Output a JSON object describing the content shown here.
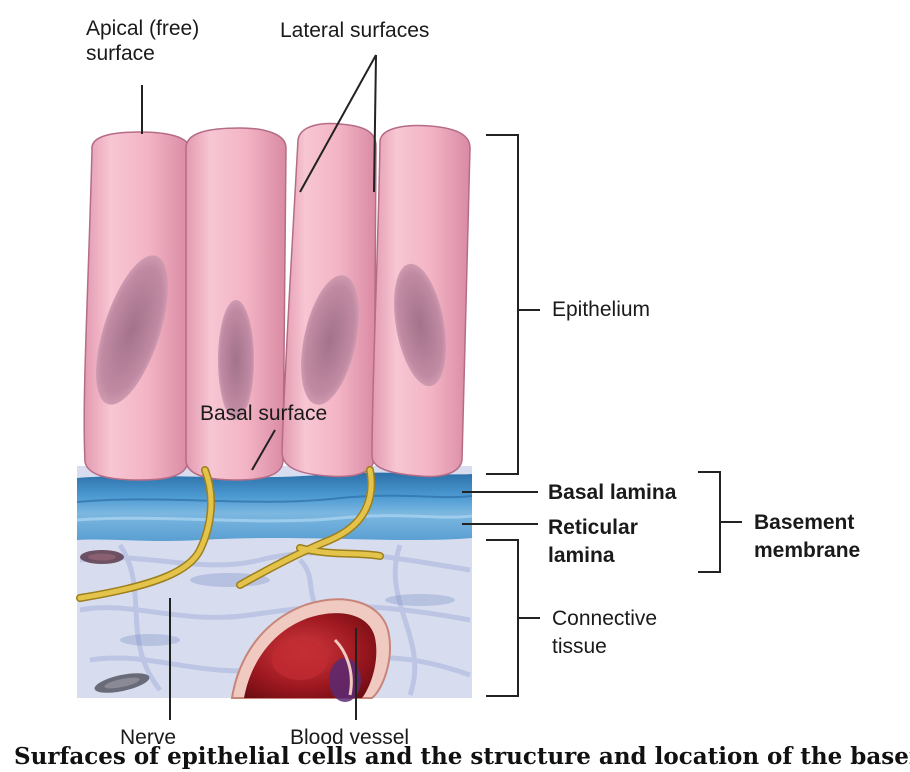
{
  "labels": {
    "apical_line1": "Apical (free)",
    "apical_line2": "surface",
    "lateral": "Lateral surfaces",
    "epithelium": "Epithelium",
    "basal_surface": "Basal surface",
    "basal_lamina": "Basal lamina",
    "reticular_line1": "Reticular",
    "reticular_line2": "lamina",
    "basement_line1": "Basement",
    "basement_line2": "membrane",
    "connective_line1": "Connective",
    "connective_line2": "tissue",
    "nerve": "Nerve",
    "blood_vessel": "Blood vessel"
  },
  "caption": "Surfaces of epithelial cells and the structure and location of the basement membrane",
  "colors": {
    "cell_fill": "#f4b9c8",
    "cell_edge": "#b56c86",
    "nucleus": "#b87f98",
    "basal_lamina_blue": "#3f8fc8",
    "reticular_blue": "#7ab4dd",
    "connective_bg": "#d6dcef",
    "nerve": "#d8b53a",
    "blood": "#a91d26",
    "leader_line": "#222222"
  }
}
